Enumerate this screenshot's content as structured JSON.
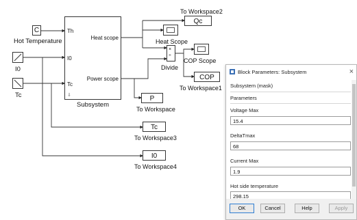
{
  "diagram": {
    "hot_temp_block": "C",
    "hot_temp_label": "Hot Temperature",
    "i0_label": "I0",
    "tc_label": "Tc",
    "subsystem_label": "Subsystem",
    "port_th": "Th",
    "port_i0": "I0",
    "port_tc": "Tc",
    "port_heat": "Heat scope",
    "port_power": "Power scope",
    "ws2_label": "To Workspace2",
    "ws2_var": "Qc",
    "heat_scope_label": "Heat Scope",
    "divide_label": "Divide",
    "cop_scope_label": "COP Scope",
    "ws1_var": "COP",
    "ws1_label": "To Workspace1",
    "ws_var": "P",
    "ws_label": "To Workspace",
    "ws3_var": "Tc",
    "ws3_label": "To Workspace3",
    "ws4_var": "I0",
    "ws4_label": "To Workspace4"
  },
  "dialog": {
    "title": "Block Parameters: Subsystem",
    "close": "×",
    "header": "Subsystem (mask)",
    "section": "Parameters",
    "params": [
      {
        "label": "Voltage Max",
        "value": "15.4"
      },
      {
        "label": "DeltaTmax",
        "value": "68"
      },
      {
        "label": "Current Max",
        "value": "1.9"
      },
      {
        "label": "Hot side temperature",
        "value": "298.15"
      }
    ],
    "buttons": {
      "ok": "OK",
      "cancel": "Cancel",
      "help": "Help",
      "apply": "Apply"
    }
  }
}
